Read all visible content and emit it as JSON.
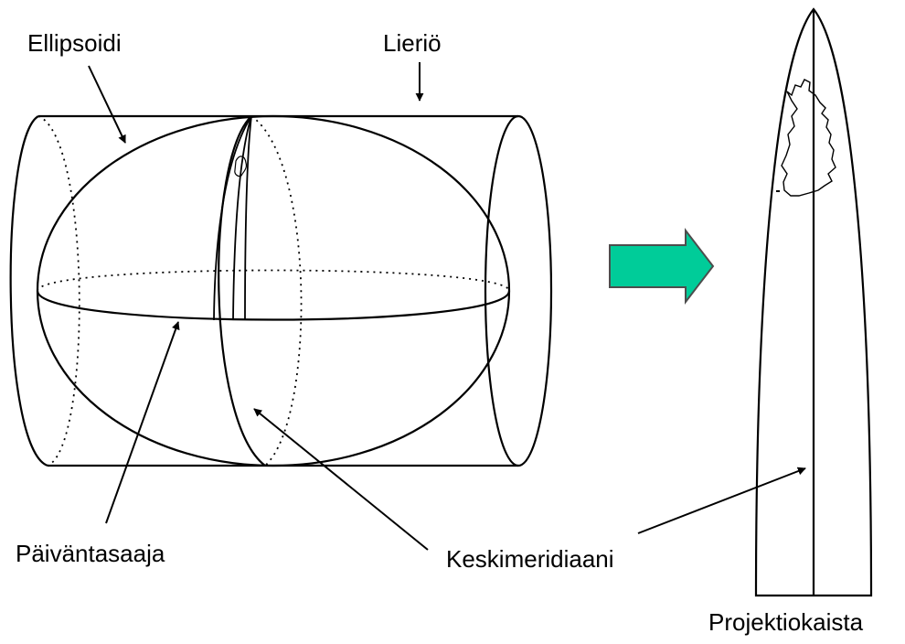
{
  "labels": {
    "ellipsoid": "Ellipsoidi",
    "cylinder": "Lieriö",
    "equator": "Päiväntasaaja",
    "central_meridian": "Keskimeridiaani",
    "projection_zone": "Projektiokaista"
  },
  "colors": {
    "stroke": "#000000",
    "arrow_fill": "#00cc99",
    "arrow_stroke": "#4d4d4d",
    "background": "#ffffff"
  },
  "icons": {
    "transform_arrow": "right-arrow-icon",
    "finland_outline": "finland-map-icon"
  }
}
